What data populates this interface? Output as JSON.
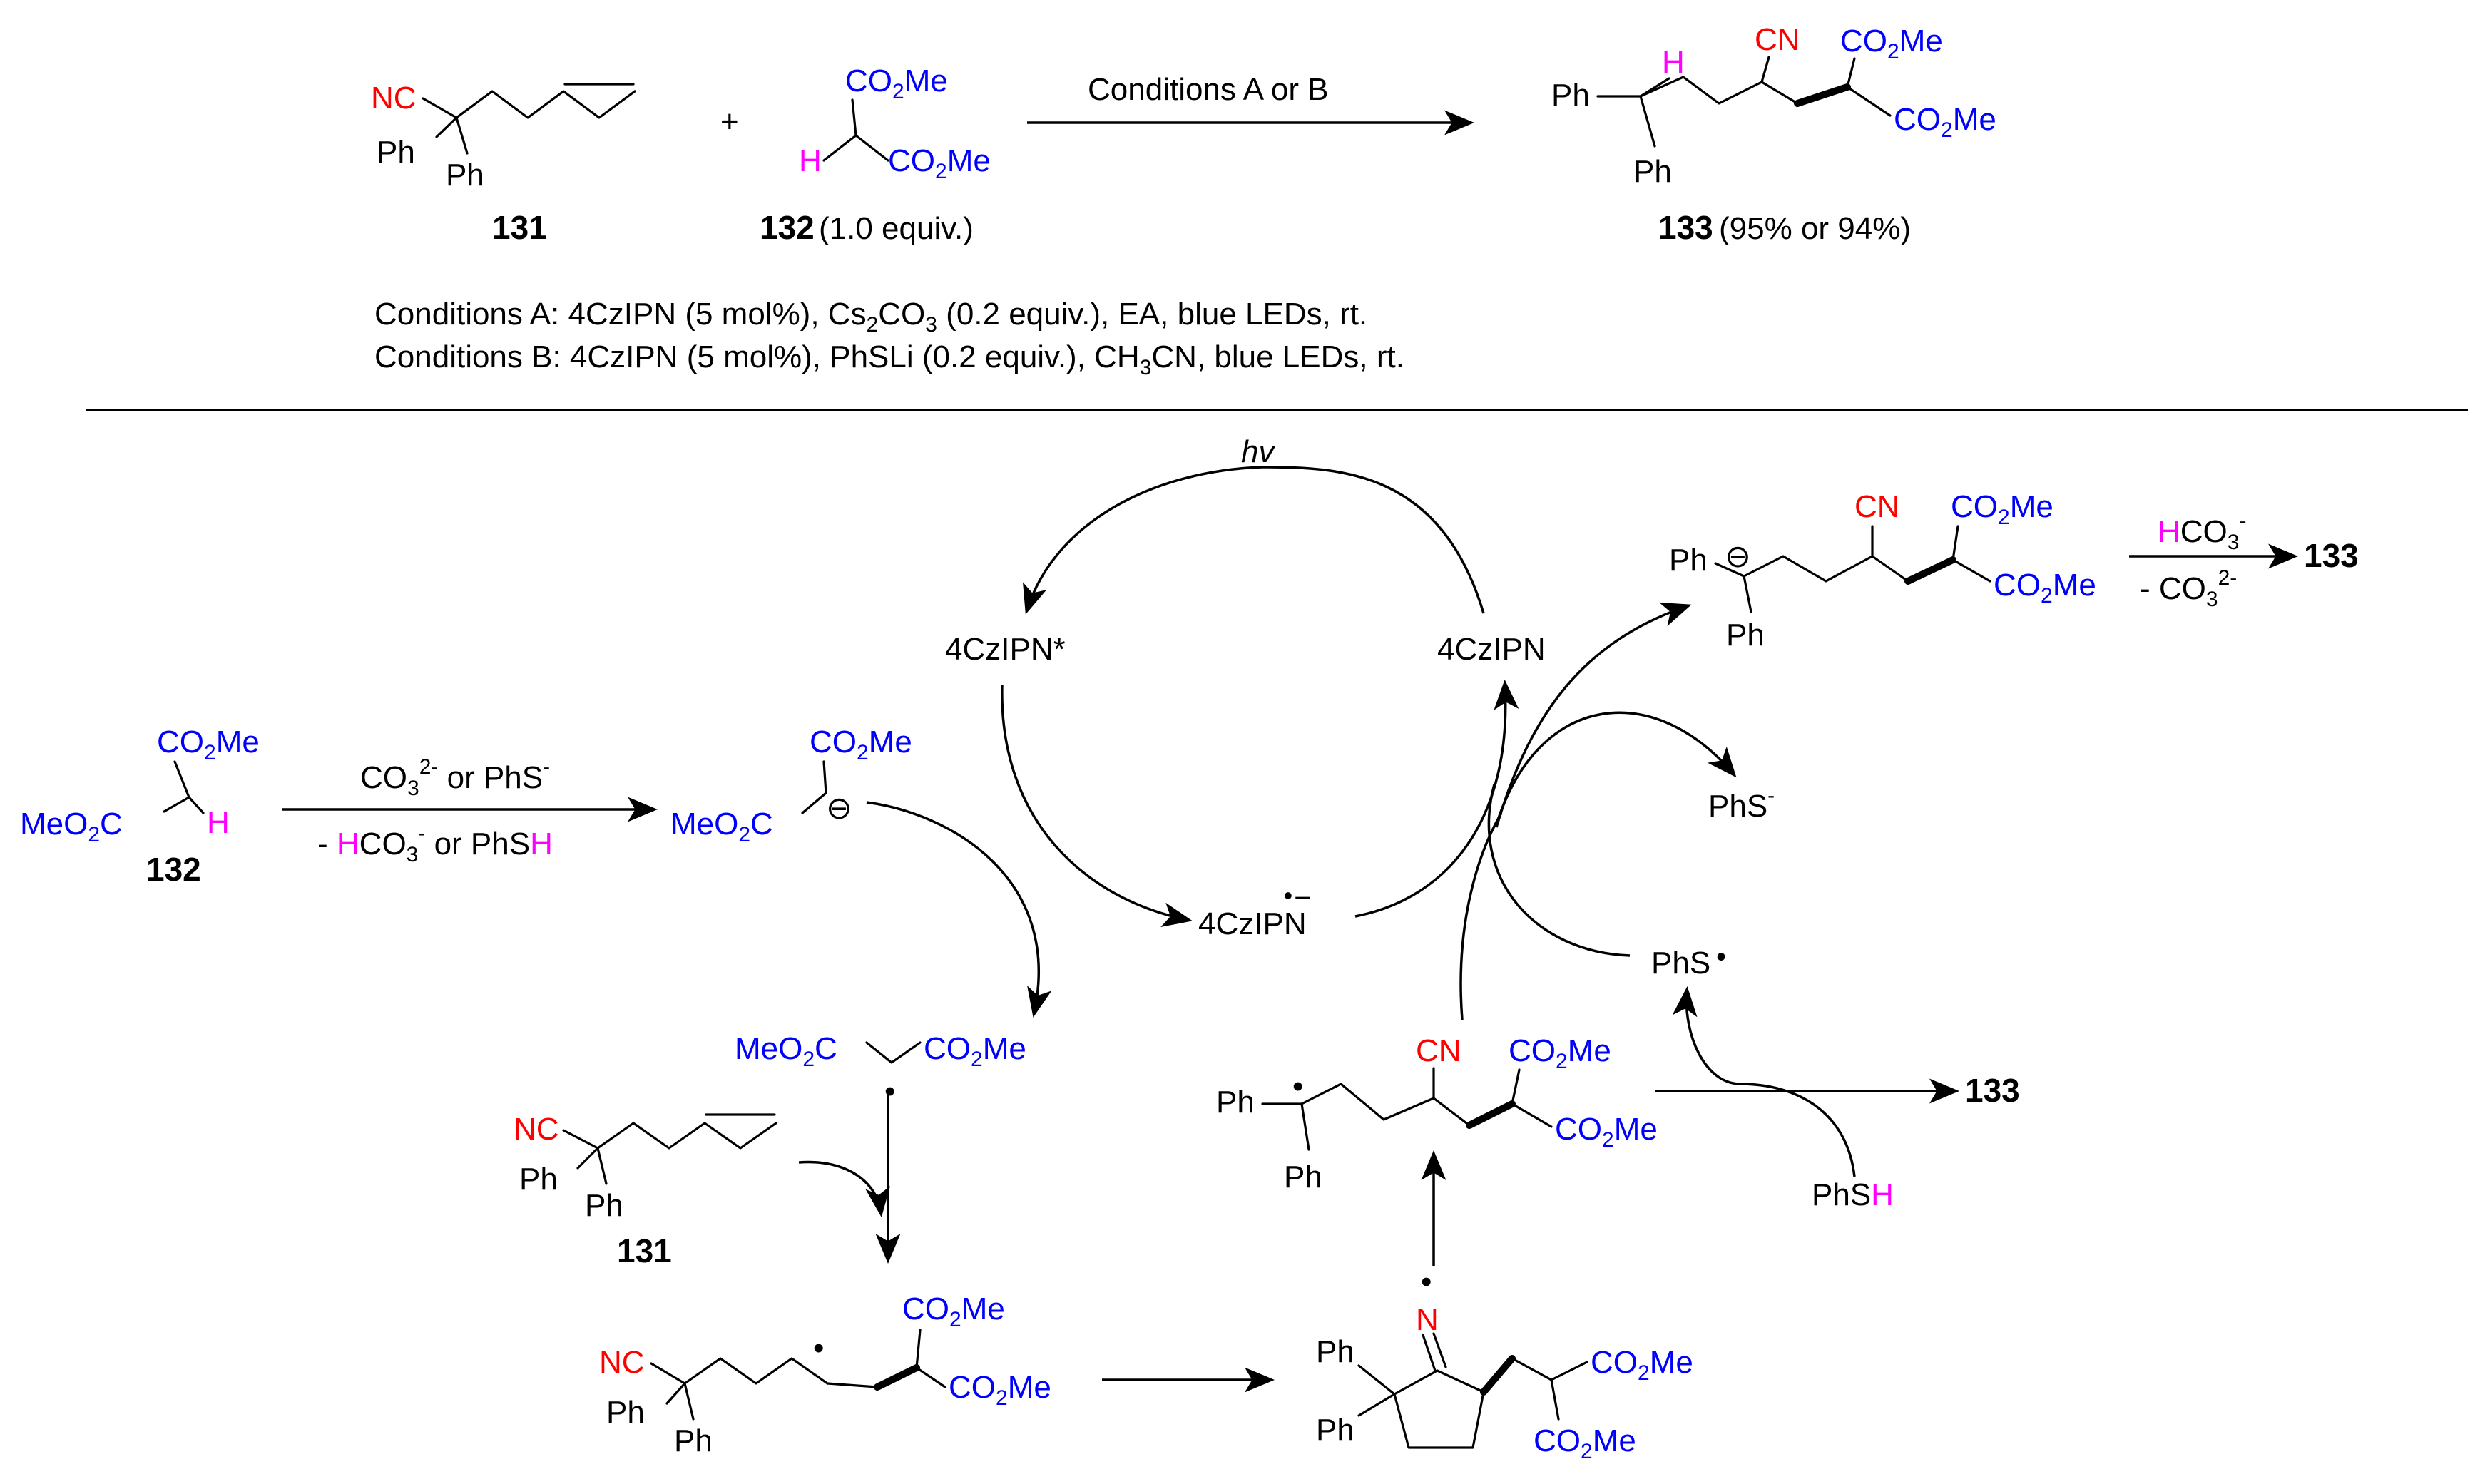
{
  "groups": {
    "ph": "Ph",
    "nc": "NC",
    "cn": "CN",
    "co2me_pre": "CO",
    "co2me_post": "Me",
    "meo2c_pre": "MeO",
    "meo2c_post": "C",
    "sub2": "2",
    "h": "H",
    "n": "N",
    "phs": "PhS",
    "phsh_h": "H"
  },
  "compounds": {
    "c131": "131",
    "c132": "132",
    "c133": "133",
    "equiv_132": "(1.0 equiv.)",
    "yield_133": "(95% or 94%)"
  },
  "reaction": {
    "arrow_label": "Conditions A or B",
    "plus": "+"
  },
  "conditions": {
    "a_pre": "Conditions A: 4CzIPN (5 mol%), Cs",
    "a_sub1": "2",
    "a_mid": "CO",
    "a_sub2": "3",
    "a_post": " (0.2 equiv.), EA, blue LEDs,  rt.",
    "b_pre": "Conditions B: 4CzIPN (5 mol%), PhSLi (0.2 equiv.), CH",
    "b_sub": "3",
    "b_post": "CN, blue LEDs,  rt."
  },
  "mechanism": {
    "hv": "hv",
    "catalyst": "4CzIPN",
    "catalyst_excited": "4CzIPN*",
    "radical_anion_dot": "•",
    "radical_anion_minus": "–",
    "deprot_top_a": "CO",
    "deprot_top_sub": "3",
    "deprot_top_sup": "2-",
    "deprot_top_b": " or PhS",
    "deprot_top_sup2": "-",
    "deprot_bot_a": "- ",
    "deprot_bot_h": "H",
    "deprot_bot_b": "CO",
    "deprot_bot_sub": "3",
    "deprot_bot_sup": "-",
    "deprot_bot_c": " or PhS",
    "deprot_bot_h2": "H",
    "phs_anion_sup": "-",
    "phs_radical_dot": "•",
    "hco3_h": "H",
    "hco3_rest": "CO",
    "hco3_sub": "3",
    "hco3_sup": "-",
    "co3_pre": "- CO",
    "co3_sub": "3",
    "co3_sup": "2-",
    "anion_symbol": "⊖",
    "radical_dot": "•"
  },
  "colors": {
    "red": "#ff0000",
    "blue": "#0000ff",
    "magenta": "#ff00ff",
    "black": "#000000"
  }
}
